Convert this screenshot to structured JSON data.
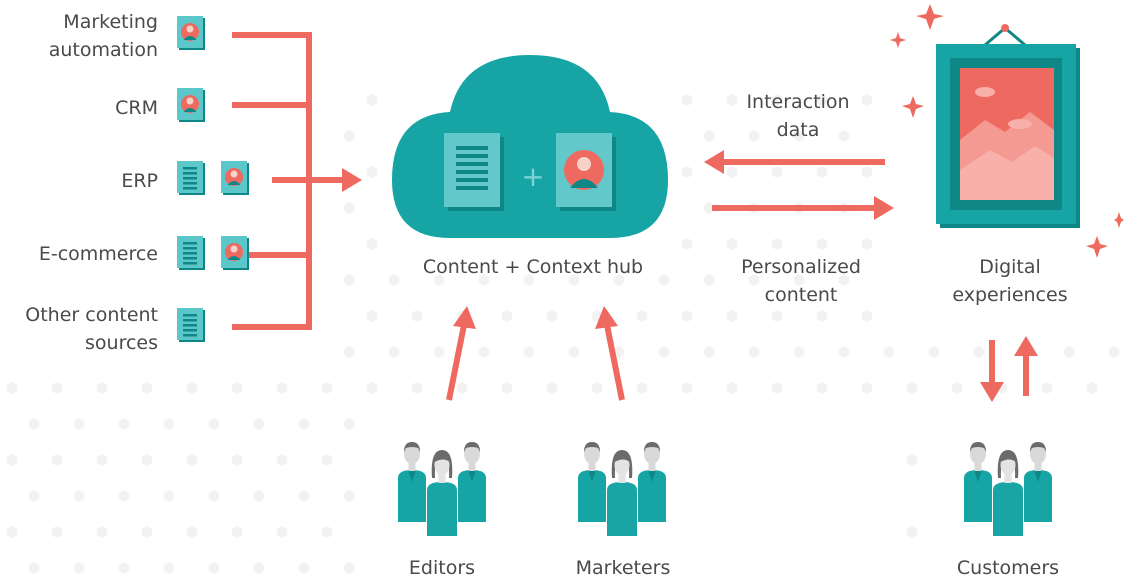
{
  "sources": [
    {
      "label_line1": "Marketing",
      "label_line2": "automation",
      "icons": [
        "profile-card-icon"
      ]
    },
    {
      "label_line1": "CRM",
      "label_line2": "",
      "icons": [
        "profile-card-icon"
      ]
    },
    {
      "label_line1": "ERP",
      "label_line2": "",
      "icons": [
        "document-icon",
        "profile-card-icon"
      ]
    },
    {
      "label_line1": "E-commerce",
      "label_line2": "",
      "icons": [
        "document-icon",
        "profile-card-icon"
      ]
    },
    {
      "label_line1": "Other content",
      "label_line2": "sources",
      "icons": [
        "document-icon"
      ]
    }
  ],
  "hub": {
    "label": "Content + Context hub",
    "plus": "+"
  },
  "interaction": {
    "line1": "Interaction",
    "line2": "data"
  },
  "personalized": {
    "line1": "Personalized",
    "line2": "content"
  },
  "digital": {
    "line1": "Digital",
    "line2": "experiences"
  },
  "groups": {
    "editors": "Editors",
    "marketers": "Marketers",
    "customers": "Customers"
  },
  "colors": {
    "teal": "#16a4a4",
    "teal_dark": "#0f8787",
    "coral": "#ee6a60",
    "text": "#4a4a4a"
  }
}
